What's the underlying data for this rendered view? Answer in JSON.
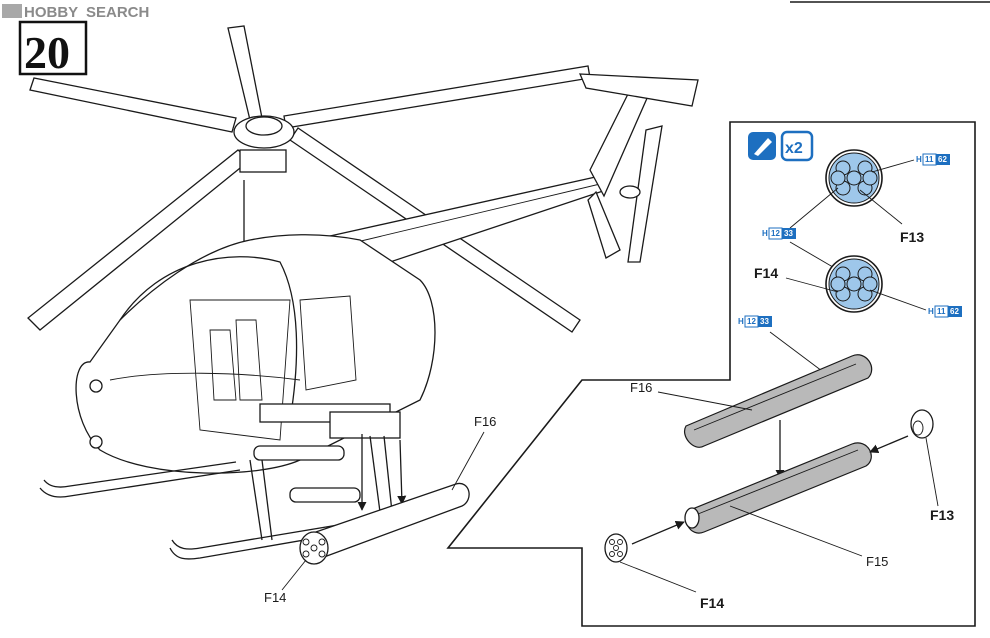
{
  "watermark": {
    "logo_text": "HOBBY",
    "text": "SEARCH"
  },
  "step": {
    "number": "20"
  },
  "main_labels": {
    "f16": "F16",
    "f14": "F14"
  },
  "detail": {
    "multiplier": "x2",
    "paint_top": {
      "prefix": "H",
      "code1": "11",
      "code2": "62"
    },
    "paint_mid": {
      "prefix": "H",
      "code1": "12",
      "code2": "33"
    },
    "paint_low": {
      "prefix": "H",
      "code1": "11",
      "code2": "62"
    },
    "paint_tube": {
      "prefix": "H",
      "code1": "12",
      "code2": "33"
    },
    "labels": {
      "f13_top": "F13",
      "f14_mid": "F14",
      "f16": "F16",
      "f13_right": "F13",
      "f15": "F15",
      "f14_bottom": "F14"
    }
  },
  "colors": {
    "paint_blue": "#1d6fc0",
    "pod_fill": "#9ec7ea",
    "tube_grey": "#b9b9b9"
  }
}
